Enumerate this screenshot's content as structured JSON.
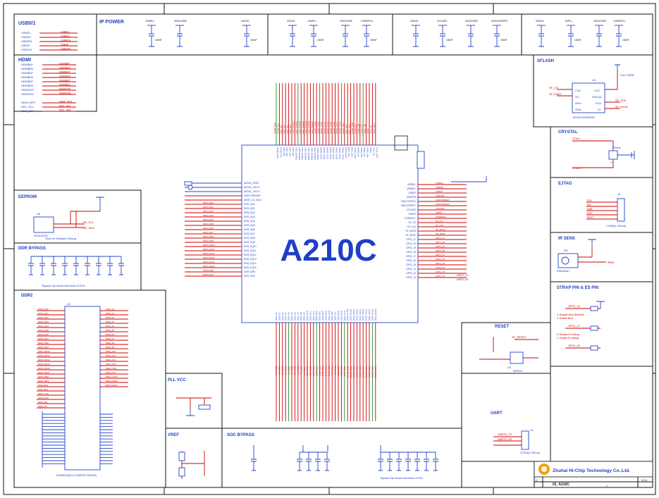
{
  "chip": {
    "name": "A210C"
  },
  "sections": {
    "usb": "USB0/1",
    "ip_power": "IP POWER",
    "hdmi": "HDMI",
    "sflash": "SFLASH",
    "crystal": "CRYSTAL",
    "ejtag": "EJTAG",
    "eeprom": "EEPROM",
    "ir_sens": "IR SENS",
    "ddr_bypass": "DDR BYPASS",
    "ddr2": "DDR2",
    "strap": "STRAP PIN & ES PIN",
    "reset": "RESET",
    "pll_vcc": "PLL VCC",
    "vref": "VREF",
    "soc_bypass": "SOC BYPASS",
    "uart": "UART"
  },
  "usb_nets": [
    "USB0D-",
    "USB0D+",
    "USB0PN",
    "USB1P",
    "USB1PN"
  ],
  "hdmi_nets": [
    "HDMIB0P",
    "HDMIB0N",
    "HDMIB1P",
    "HDMIB1N",
    "HDMIB2P",
    "HDMIB2N",
    "HDMICKP",
    "HDMICKN"
  ],
  "hdmi_extra": [
    "HDMI_HPD",
    "DDC_SCL",
    "DDC_SDA"
  ],
  "power_nets": [
    "IDAPLL",
    "VDDCORE",
    "VDDIO",
    "VDDIO",
    "IDAPLL",
    "VDDCORE",
    "CORE/PLL",
    "VDDIO",
    "VCCAP3",
    "VDDCORE",
    "VDDCORE/P1",
    "VDDIO",
    "IDPLL",
    "VDDCORE",
    "CORE/PLL"
  ],
  "cap_labels": [
    "100NF",
    "100NF",
    "100NF",
    "100NF",
    "100NF",
    "100NF",
    "100NF",
    "100NF"
  ],
  "sflash": {
    "ref": "U3",
    "part": "MX25L3206EM2I",
    "pins_l": [
      "CS#",
      "SO",
      "WP#",
      "GND"
    ],
    "pins_r": [
      "VCC",
      "HOLD#",
      "SCK",
      "SI"
    ],
    "nets": [
      "SF_CS",
      "SF_MISO",
      "SF_SCK",
      "SF_MOSI"
    ],
    "cap": "C42 100NF"
  },
  "crystal": {
    "ref": "Y1",
    "freq": "27MHz",
    "nets": [
      "XTALI",
      "XTALO"
    ]
  },
  "ejtag": {
    "ref": "J3",
    "part": "CON5(1.25mm)",
    "nets": [
      "TCK",
      "TDI",
      "TMS",
      "TDO",
      "TRST"
    ]
  },
  "eeprom": {
    "ref": "U5",
    "part": "AT24C02N",
    "note": "Only for Software Debug",
    "nets": [
      "EE_SCL",
      "EE_SDA"
    ]
  },
  "ir": {
    "ref": "IR1",
    "part": "IRM3638T",
    "net": "IRRX"
  },
  "ddr_bypass": {
    "note": "Bypass Cap should near those of DDR"
  },
  "ddr2": {
    "ref": "U2",
    "part": "K4N56163QG-ZC25(DDR2 SDRAM)"
  },
  "strap": {
    "nets": [
      "GPIO_16",
      "GPIO_17",
      "GPIO_18"
    ],
    "lines": [
      "0: Disable Boot (Default)",
      "1: Enable Boot",
      "0: Disable EJ Debug",
      "1: Enable EJ Debug"
    ]
  },
  "reset": {
    "net": "SF_RESET",
    "ref": "U4",
    "part": "IMP811"
  },
  "uart": {
    "nets": [
      "UART0_TX",
      "UART0_RX"
    ],
    "ref": "J4",
    "part": "CON3(1.25mm)"
  },
  "soc_bypass": {
    "note": "Bypass Cap should near those of SOC"
  },
  "left_pins": [
    "AVDAC_RSET",
    "AVDAC_IOUT1",
    "AVDAC_IOUT2",
    "DDR_PWRDUP",
    "AVDD_LO_DACL",
    "DDR_DQ0",
    "DDR_DQ1",
    "DDR_DQ2",
    "DDR_DQ3",
    "DDR_DQ4",
    "DDR_DQ5",
    "DDR_DQ6",
    "DDR_DQ7",
    "DDR_DQ8",
    "DDR_DQ9",
    "DDR_DQ10",
    "DDR_DQ11",
    "DDR_DQ12",
    "DDR_DQ13",
    "DDR_DQ14",
    "DDR_DQ15",
    "DDR_DM0",
    "DDR_DM1"
  ],
  "right_pins": [
    "USB0D-",
    "USB0D+",
    "USB1P",
    "USB1PN",
    "VDDCORE/P1",
    "VDDCORE/P1",
    "VCCAP3",
    "VDDIO",
    "CORE/PLL",
    "SF_CS",
    "SF_CLK",
    "SF_MOSI",
    "SF_MISO",
    "GPIO_21",
    "GPIO_20",
    "GPIO_19",
    "GPIO_18",
    "GPIO_17",
    "GPIO_16",
    "GPIO_15",
    "GPIO_14",
    "GPIO_13",
    "GPIO_12"
  ],
  "right_labels": [
    "UART0_TX",
    "UART0_RX"
  ],
  "top_pins": [
    "AVDD_DAC",
    "AVDD_PLL",
    "VDD_IO1",
    "VDD_IO2",
    "VDD_IO3",
    "VDD_IO4",
    "VDD_CORE1",
    "VDD_CORE2",
    "VDD_CORE3",
    "VDD_CORE4",
    "VDD_CORE5",
    "VDD_CORE6",
    "VDD_CORE7",
    "AVDD_HDMI",
    "HDMI_TX0P",
    "HDMI_TX0N",
    "HDMI_TX1P",
    "HDMI_TX1N",
    "HDMI_TX2P",
    "HDMI_TX2N",
    "HDMI_TXCP",
    "HDMI_TXCN",
    "HDMI_HPD",
    "DDC_SCL",
    "DDC_SDA",
    "AVDD_USB",
    "USB0_DP",
    "USB0_DM",
    "USB1_DP",
    "USB1_DM",
    "VBUS",
    "XTAL_IN",
    "XTAL_OUT"
  ],
  "bottom_pins": [
    "DDR_A0",
    "DDR_A1",
    "DDR_A2",
    "DDR_A3",
    "DDR_A4",
    "DDR_A5",
    "DDR_A6",
    "DDR_A7",
    "DDR_A8",
    "DDR_A9",
    "DDR_A10",
    "DDR_A11",
    "DDR_A12",
    "DDR_BA0",
    "DDR_BA1",
    "DDR_BA2",
    "DDR_RAS",
    "DDR_CAS",
    "DDR_WE",
    "DDR_CS",
    "DDR_CKE",
    "DDR_ODT",
    "DDR_CLK",
    "DDR_CLKN",
    "DDR_DQS0",
    "DDR_DQS1",
    "DDR_VREF",
    "DDR_VDD1",
    "DDR_VDD2",
    "DDR_VDD3",
    "DDR_VDD4",
    "DDR_GND1",
    "DDR_GND2"
  ],
  "ddr2_left": [
    "DDR_DQ0",
    "DDR_DQ1",
    "DDR_DQ2",
    "DDR_DQ3",
    "DDR_DQ4",
    "DDR_DQ5",
    "DDR_DQ6",
    "DDR_DQ7",
    "DDR_DQ8",
    "DDR_DQ9",
    "DDR_DQ10",
    "DDR_DQ11",
    "DDR_DQ12",
    "DDR_DQ13",
    "DDR_DQ14",
    "DDR_DQ15",
    "DDR_DM0",
    "DDR_DM1",
    "DDR_BA0",
    "DDR_BA1",
    "DDR_CAS",
    "DDR_RAS",
    "DDR_WE",
    "DDR_CS"
  ],
  "ddr2_right": [
    "DDR_A0",
    "DDR_A1",
    "DDR_A2",
    "DDR_A3",
    "DDR_A4",
    "DDR_A5",
    "DDR_A6",
    "DDR_A7",
    "DDR_A8",
    "DDR_A9",
    "DDR_A10",
    "DDR_A11",
    "DDR_A12",
    "DDR_ODT",
    "DDR_CKE",
    "DDR_CLK",
    "DDR_CLKN",
    "DDR_DQS0",
    "DDR_DQS1"
  ],
  "title_block": {
    "company": "Zhuhai Hi-Chip Technology Co.,Ltd.",
    "doc": "02_A210C",
    "rev": "V1.0",
    "size": "C",
    "sheet": "1"
  }
}
